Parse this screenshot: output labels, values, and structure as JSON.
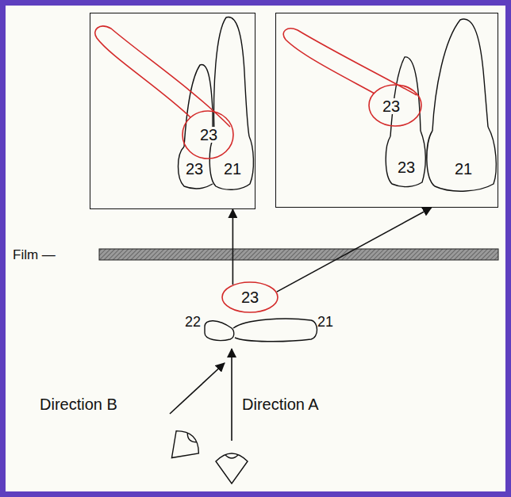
{
  "diagram": {
    "nodes": [
      {
        "text": [
          "23",
          "23",
          "21"
        ]
      },
      {
        "text": [
          "23",
          "23",
          "21"
        ]
      },
      {
        "text": [
          "23"
        ]
      }
    ],
    "edges": [
      {
        "from": 2,
        "to": 0,
        "arrow": "to"
      },
      {
        "from": 2,
        "to": 1,
        "arrow": "to"
      }
    ],
    "labels": [
      "Film —",
      "22",
      "21",
      "Direction B",
      "Direction A"
    ]
  }
}
